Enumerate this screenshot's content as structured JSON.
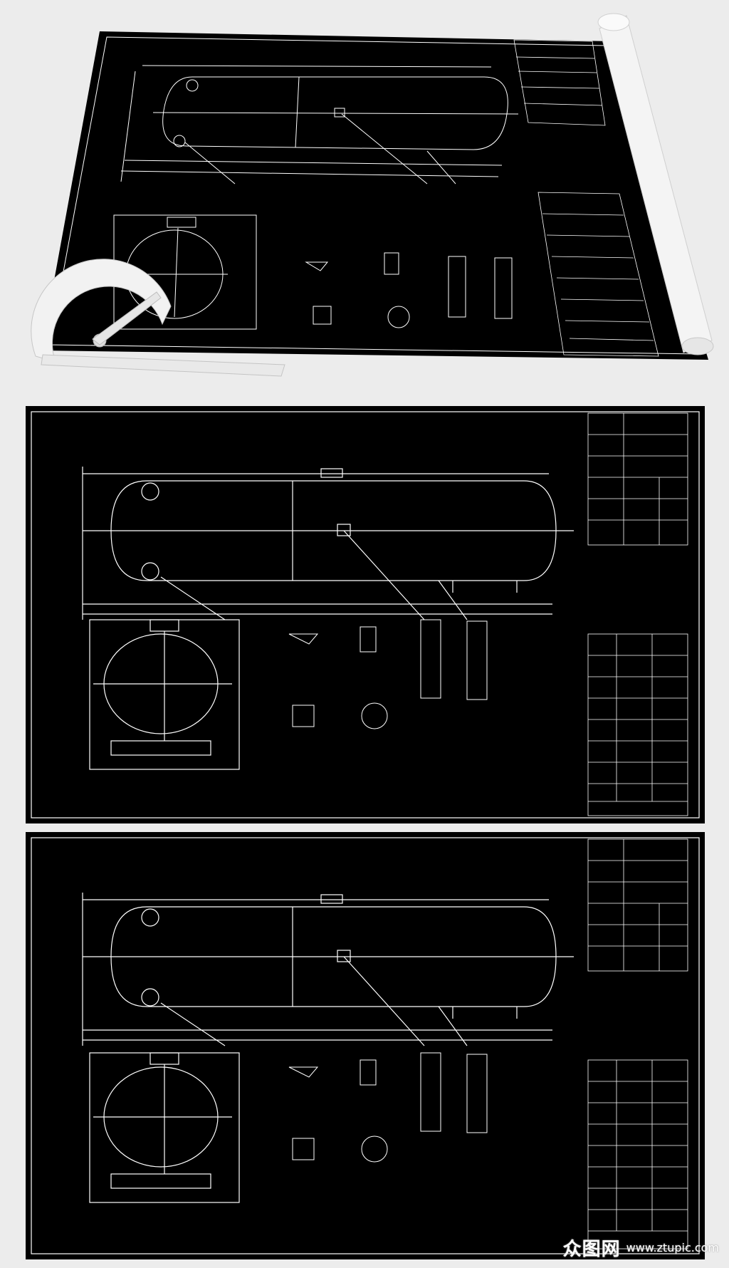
{
  "colors": {
    "background": "#ececec",
    "sheet": "#000000",
    "line": "#ffffff"
  },
  "sheets": [
    {
      "view": "perspective-rolled-paper"
    },
    {
      "view": "flat"
    },
    {
      "view": "flat"
    }
  ],
  "watermark": {
    "logo_text": "众图网",
    "url": "www.ztupic.com"
  },
  "icons": [
    "protractor-icon",
    "paper-roll-icon"
  ]
}
